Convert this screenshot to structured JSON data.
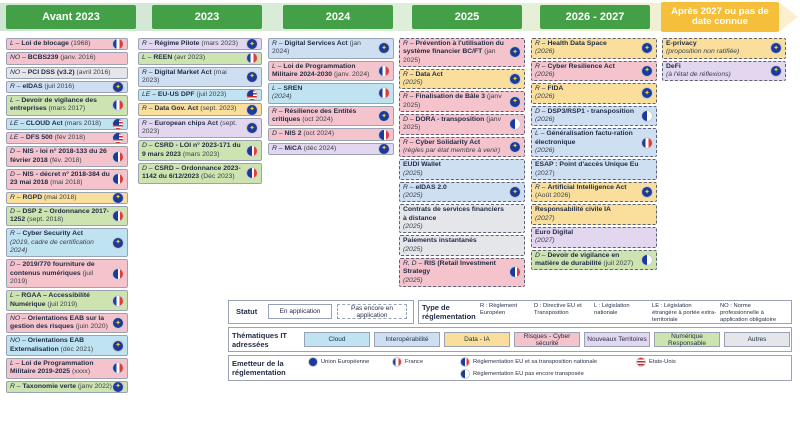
{
  "colors": {
    "header_green": "#43a047",
    "header_future": "#f6bf3b",
    "arrow_start": "#3f9b4f",
    "arrow_end": "#f6bf3b"
  },
  "headers": {
    "before_2023": "Avant 2023",
    "y2023": "2023",
    "y2024": "2024",
    "y2025": "2025",
    "y2026_2027": "2026 - 2027",
    "after_2027": "Après 2027 ou pas de date connue"
  },
  "columns": [
    {
      "id": "before-2023",
      "cards": [
        {
          "type": "L",
          "title": "Loi de blocage",
          "date": "(1968)",
          "theme": "cyber",
          "flag": "fr"
        },
        {
          "type": "NO",
          "title": "BCBS239",
          "date": "(janv. 2016)",
          "theme": "cyber",
          "flag": "none"
        },
        {
          "type": "NO",
          "title": "PCI DSS (v3.2)",
          "date": "(avril 2016)",
          "theme": "other",
          "flag": "none"
        },
        {
          "type": "R",
          "title": "eIDAS",
          "date": "(juil 2016)",
          "theme": "interop",
          "flag": "eu"
        },
        {
          "type": "L",
          "title": "Devoir de vigilance des entreprises",
          "date": "(mars 2017)",
          "theme": "green",
          "flag": "fr"
        },
        {
          "type": "LE",
          "title": "CLOUD Act",
          "date": "(mars 2018)",
          "theme": "cloud",
          "flag": "us"
        },
        {
          "type": "LE",
          "title": "DFS 500",
          "date": "(fév 2018)",
          "theme": "cyber",
          "flag": "us"
        },
        {
          "type": "D",
          "title": "NIS - loi n° 2018-133 du 26 février 2018",
          "date": "(fév. 2018)",
          "theme": "cyber",
          "flag": "eufr"
        },
        {
          "type": "D",
          "title": "NIS - décret n° 2018-384 du 23 mai 2018",
          "date": "(mai 2018)",
          "theme": "cyber",
          "flag": "eufr"
        },
        {
          "type": "R",
          "title": "RGPD",
          "date": "(mai 2018)",
          "theme": "data",
          "flag": "eu"
        },
        {
          "type": "D",
          "title": "DSP 2 – Ordonnance 2017-1252",
          "date": "(sept. 2018)",
          "theme": "green",
          "flag": "eufr"
        },
        {
          "type": "R",
          "title": "Cyber Security Act",
          "note": "(2019, cadre de certification 2024)",
          "theme": "cloud",
          "flag": "eu"
        },
        {
          "type": "D",
          "title": "2019/770 fourniture de contenus numériques",
          "date": "(juil 2019)",
          "theme": "cyber",
          "flag": "eufr"
        },
        {
          "type": "L",
          "title": "RGAA – Accessibilité Numérique",
          "date": "(juil 2019)",
          "theme": "green",
          "flag": "fr"
        },
        {
          "type": "NO",
          "title": "Orientations EAB sur la gestion des risques",
          "date": "(juin 2020)",
          "theme": "cyber",
          "flag": "eu"
        },
        {
          "type": "NO",
          "title": "Orientations EAB Externalisation",
          "date": "(déc 2021)",
          "theme": "cloud",
          "flag": "eu"
        },
        {
          "type": "L",
          "title": "Loi de Programmation Militaire 2019-2025",
          "date": "(xxxx)",
          "theme": "cyber",
          "flag": "fr"
        },
        {
          "type": "R",
          "title": "Taxonomie verte",
          "date": "(janv 2022)",
          "theme": "green",
          "flag": "eu"
        }
      ]
    },
    {
      "id": "y2023",
      "cards": [
        {
          "type": "R",
          "title": "Régime Pilote",
          "date": "(mars 2023)",
          "theme": "new",
          "flag": "eu"
        },
        {
          "type": "L",
          "title": "REEN",
          "date": "(avr 2023)",
          "theme": "green",
          "flag": "fr"
        },
        {
          "type": "R",
          "title": "Digital Market Act",
          "date": "(mai 2023)",
          "theme": "interop",
          "flag": "eu"
        },
        {
          "type": "LE",
          "title": "EU-US DPF",
          "date": "(juil 2023)",
          "theme": "cloud",
          "flag": "us"
        },
        {
          "type": "R",
          "title": "Data Gov. Act",
          "date": "(sept. 2023)",
          "theme": "data",
          "flag": "eu"
        },
        {
          "type": "R",
          "title": "European chips Act",
          "date": "(sept. 2023)",
          "theme": "new",
          "flag": "eu"
        },
        {
          "type": "D",
          "title": "CSRD - LOI n° 2023-171 du 9 mars 2023",
          "date": "(mars 2023)",
          "theme": "green",
          "flag": "eufr"
        },
        {
          "type": "D",
          "title": "CSRD – Ordonnance 2023-1142 du 6/12/2023",
          "date": "(Déc 2023)",
          "theme": "green",
          "flag": "eufr"
        }
      ]
    },
    {
      "id": "y2024",
      "cards": [
        {
          "type": "R",
          "title": "Digital Services Act",
          "date": "(jan 2024)",
          "theme": "interop",
          "flag": "eu"
        },
        {
          "type": "L",
          "title": "Loi de Programmation Militaire 2024-2030",
          "date": "(janv. 2024)",
          "theme": "cyber",
          "flag": "fr"
        },
        {
          "type": "L",
          "title": "SREN",
          "note": "(2024)",
          "theme": "cloud",
          "flag": "fr"
        },
        {
          "type": "R",
          "title": "Résilience des Entités critiques",
          "date": "(oct 2024)",
          "theme": "cyber",
          "flag": "eu"
        },
        {
          "type": "D",
          "title": "NIS 2",
          "date": "(oct 2024)",
          "theme": "cyber",
          "flag": "eufr"
        },
        {
          "type": "R",
          "title": "MiCA",
          "date": "(déc 2024)",
          "theme": "new",
          "flag": "eu"
        }
      ]
    },
    {
      "id": "y2025",
      "cards": [
        {
          "type": "R",
          "title": "Prévention à l'utilisation du système financier BC/FT",
          "date": "(jan 2025)",
          "theme": "cyber",
          "flag": "eu",
          "dashed": true
        },
        {
          "type": "R",
          "title": "Data Act",
          "note": "(2025)",
          "theme": "data",
          "flag": "eu",
          "dashed": true
        },
        {
          "type": "R",
          "title": "Finalisation de Bâle 3",
          "date": "(janv 2025)",
          "theme": "cyber",
          "flag": "eu",
          "dashed": true
        },
        {
          "type": "D",
          "title": "DORA - transposition",
          "date": "(janv 2025)",
          "theme": "cyber",
          "flag": "euwhite",
          "dashed": true
        },
        {
          "type": "R",
          "title": "Cyber Solidarity Act",
          "note": "(règles par état membre à venir)",
          "theme": "cyber",
          "flag": "eu",
          "dashed": true
        },
        {
          "type": "",
          "title": "EUDI Wallet",
          "note": "(2025)",
          "theme": "interop",
          "flag": "none",
          "dashed": true
        },
        {
          "type": "R",
          "title": "eIDAS 2.0",
          "note": "(2025)",
          "theme": "interop",
          "flag": "eu",
          "dashed": true
        },
        {
          "type": "",
          "title": "Contrats de services financiers à distance",
          "note": "(2025)",
          "theme": "other",
          "flag": "none",
          "dashed": true
        },
        {
          "type": "",
          "title": "Paiements instantanés",
          "note": "(2025)",
          "theme": "other",
          "flag": "none",
          "dashed": true
        },
        {
          "type": "R, D",
          "title": "RIS (Retail Investment Strategy",
          "note": "(2025)",
          "theme": "cyber",
          "flag": "eufr",
          "dashed": true
        }
      ]
    },
    {
      "id": "y2026-2027",
      "cards": [
        {
          "type": "R",
          "title": "Health Data Space",
          "note": "(2026)",
          "theme": "data",
          "flag": "eu",
          "dashed": true
        },
        {
          "type": "R",
          "title": "Cyber Resilience Act",
          "note": "(2026)",
          "theme": "cyber",
          "flag": "eu",
          "dashed": true
        },
        {
          "type": "R",
          "title": "FIDA",
          "note": "(2026)",
          "theme": "data",
          "flag": "eu",
          "dashed": true
        },
        {
          "type": "D",
          "title": "DSP3/RSP1 - transposition",
          "note": "(2026)",
          "theme": "interop",
          "flag": "euwhite",
          "dashed": true
        },
        {
          "type": "L",
          "title": "Généralisation factu-ration électronique",
          "note": "(2026)",
          "theme": "interop",
          "flag": "fr",
          "dashed": true
        },
        {
          "type": "",
          "title": "ESAP : Point d'accès Unique Eu",
          "date": "(2027)",
          "theme": "interop",
          "flag": "none",
          "dashed": true
        },
        {
          "type": "R",
          "title": "Artificial Intelligence Act",
          "date": "(Août 2026)",
          "theme": "data",
          "flag": "eu",
          "dashed": true
        },
        {
          "type": "",
          "title": "Responsabilité civile IA",
          "note": "(2027)",
          "theme": "data",
          "flag": "none",
          "dashed": true
        },
        {
          "type": "",
          "title": "Euro Digital",
          "note": "(2027)",
          "theme": "new",
          "flag": "none",
          "dashed": true
        },
        {
          "type": "D",
          "title": "Devoir de vigilance en matière de durabilité",
          "date": "(juil 2027)",
          "theme": "green",
          "flag": "euwhite",
          "dashed": true
        }
      ]
    },
    {
      "id": "after-2027",
      "cards": [
        {
          "type": "",
          "title": "E-privacy",
          "note": "(proposition non ratifiée)",
          "theme": "data",
          "flag": "eu",
          "dashed": true
        },
        {
          "type": "",
          "title": "DeFi",
          "note": "(à l'état de réflexions)",
          "theme": "new",
          "flag": "eu",
          "dashed": true
        }
      ]
    }
  ],
  "legend": {
    "statut_label": "Statut",
    "statut_applied": "En application",
    "statut_pending": "Pas encore en application",
    "type_label": "Type de réglementation",
    "types": [
      "R : Règlement Européen",
      "D : Directive EU et Transposition",
      "L : Législation nationale",
      "LE : Législation étrangère à portée extra-territoriale",
      "NO : Norme professionnelle à application obligatoire"
    ],
    "themes_label": "Thématiques IT adressées",
    "themes": [
      {
        "label": "Cloud",
        "theme": "cloud"
      },
      {
        "label": "Interopérabilité",
        "theme": "interop"
      },
      {
        "label": "Data - IA",
        "theme": "data"
      },
      {
        "label": "Risques - Cyber sécurité",
        "theme": "cyber"
      },
      {
        "label": "Nouveaux Territoires",
        "theme": "new"
      },
      {
        "label": "Numérique Responsable",
        "theme": "green"
      },
      {
        "label": "Autres",
        "theme": "other"
      }
    ],
    "emitter_label": "Emetteur de la réglementation",
    "emitters": {
      "eu": "Union Européenne",
      "fr": "France",
      "eufr": "Réglementation EU et sa transposition nationale",
      "euwhite": "Réglementation EU pas encore transposée",
      "us": "Etats-Unis"
    }
  }
}
